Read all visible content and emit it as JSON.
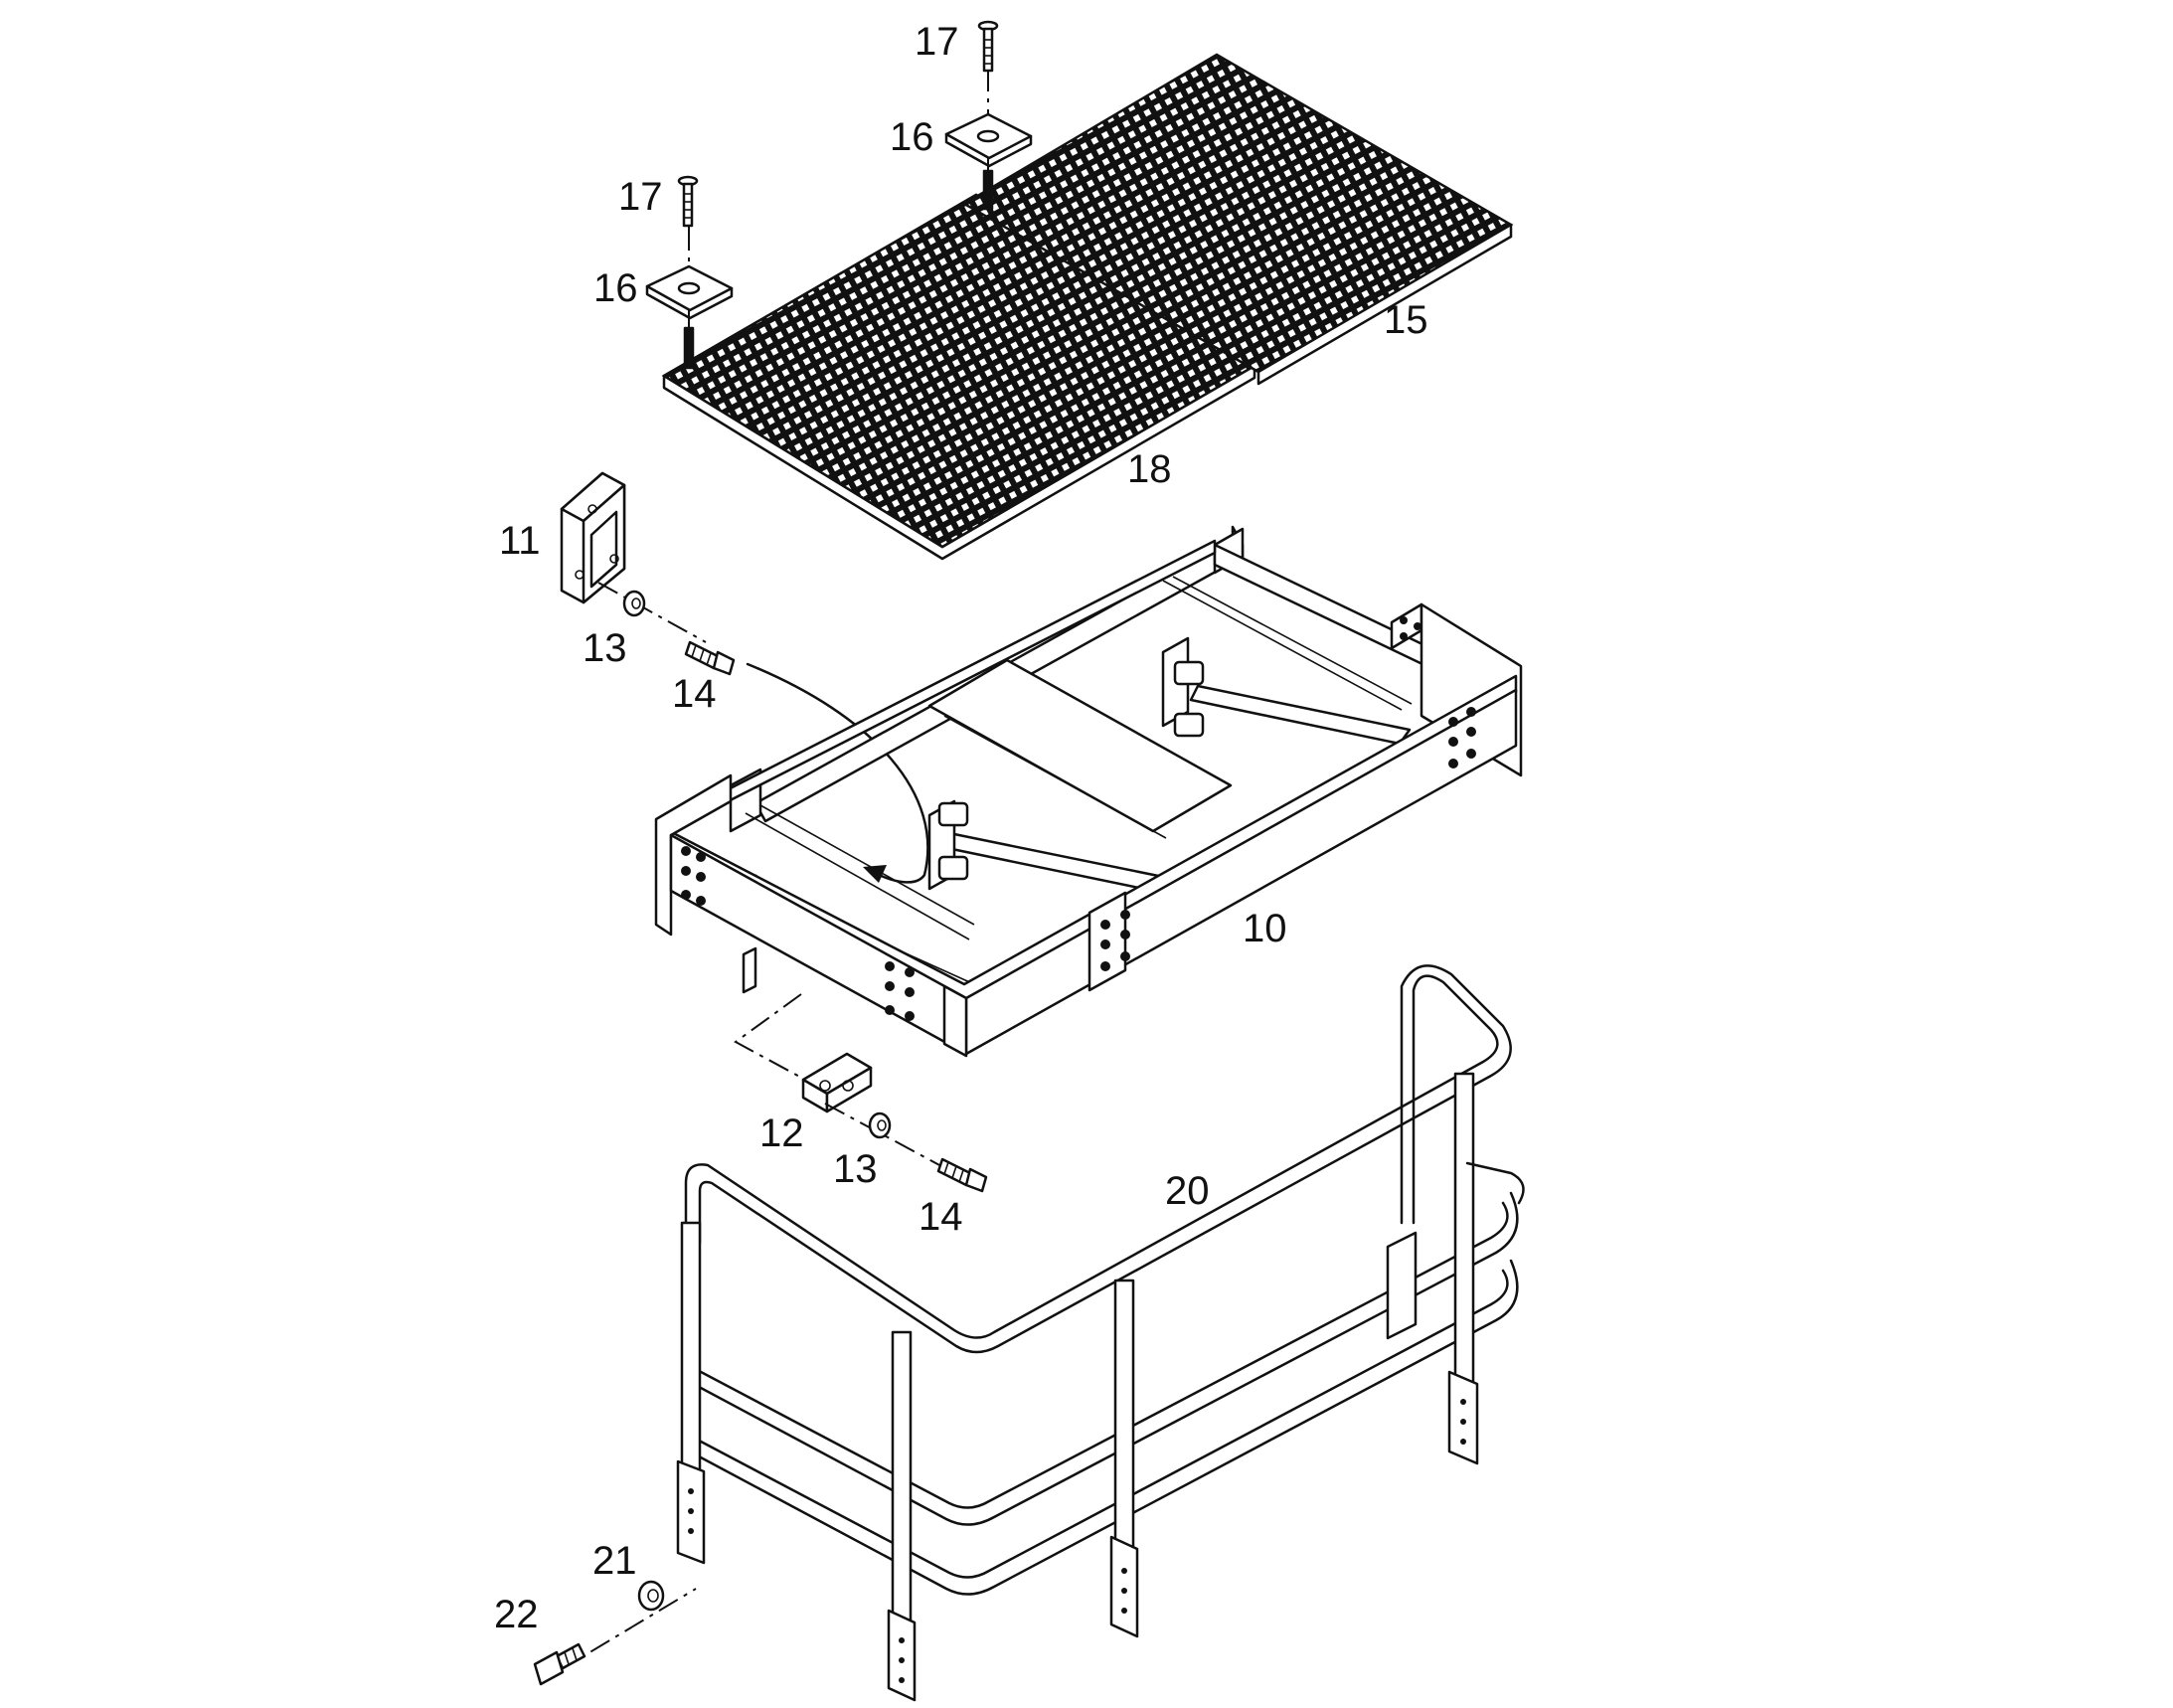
{
  "diagram": {
    "callouts": [
      {
        "id": "c17a",
        "text": "17"
      },
      {
        "id": "c16a",
        "text": "16"
      },
      {
        "id": "c17b",
        "text": "17"
      },
      {
        "id": "c16b",
        "text": "16"
      },
      {
        "id": "c15",
        "text": "15"
      },
      {
        "id": "c18",
        "text": "18"
      },
      {
        "id": "c11",
        "text": "11"
      },
      {
        "id": "c13a",
        "text": "13"
      },
      {
        "id": "c14a",
        "text": "14"
      },
      {
        "id": "c10",
        "text": "10"
      },
      {
        "id": "c12",
        "text": "12"
      },
      {
        "id": "c13b",
        "text": "13"
      },
      {
        "id": "c14b",
        "text": "14"
      },
      {
        "id": "c20",
        "text": "20"
      },
      {
        "id": "c21",
        "text": "21"
      },
      {
        "id": "c22",
        "text": "22"
      }
    ]
  },
  "colors": {
    "ink": "#111111",
    "background": "#ffffff"
  }
}
